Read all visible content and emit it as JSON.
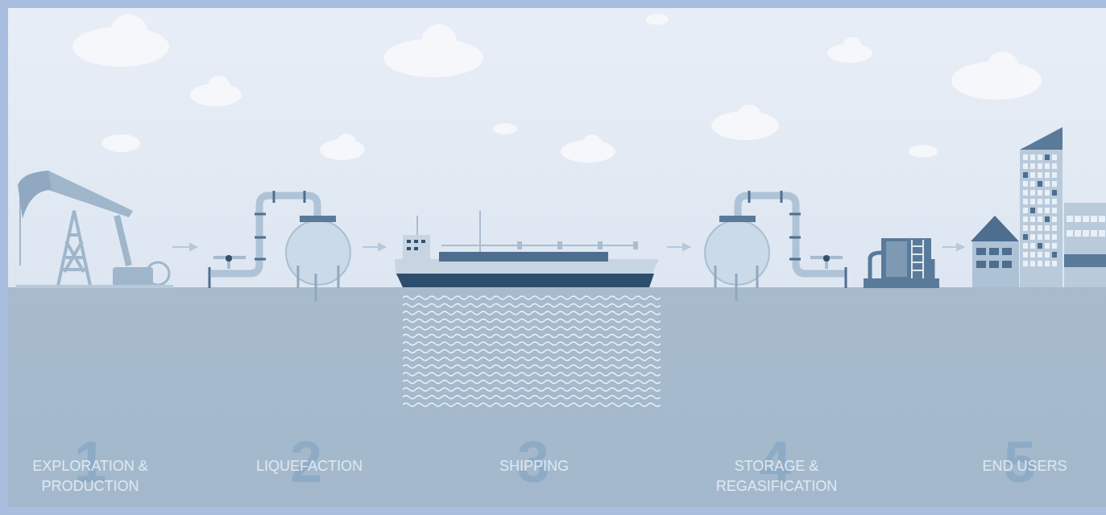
{
  "diagram": {
    "labels": [
      "1",
      "EXPLORATION & PRODUCTION",
      "2",
      "LIQUEFACTION",
      "3",
      "SHIPPING",
      "4",
      "STORAGE & REGASIFICATION",
      "5",
      "END USERS"
    ]
  }
}
